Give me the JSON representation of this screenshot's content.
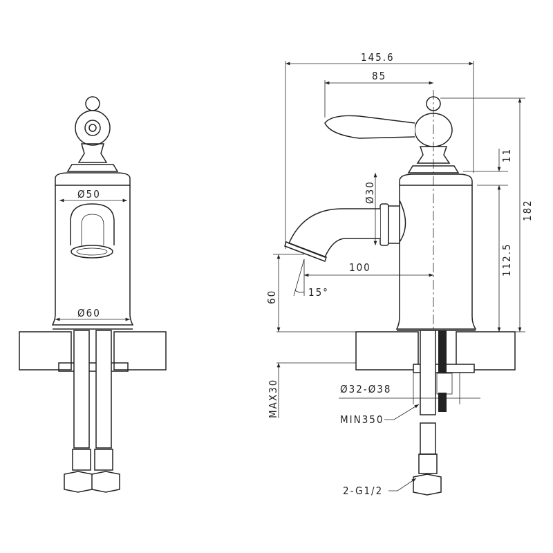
{
  "drawing": {
    "front_view": {
      "top_diameter": "Ø50",
      "base_diameter": "Ø60"
    },
    "side_view": {
      "overall_width": "145.6",
      "handle_reach": "85",
      "spout_diameter": "Ø30",
      "cap_height": "11",
      "overall_height": "182",
      "body_height": "112.5",
      "spout_reach": "100",
      "spout_angle": "15°",
      "outlet_height": "60",
      "max_counter_thickness": "MAX30",
      "hole_diameter": "Ø32-Ø38",
      "hose_length": "MIN350",
      "connection": "2-G1/2"
    }
  }
}
